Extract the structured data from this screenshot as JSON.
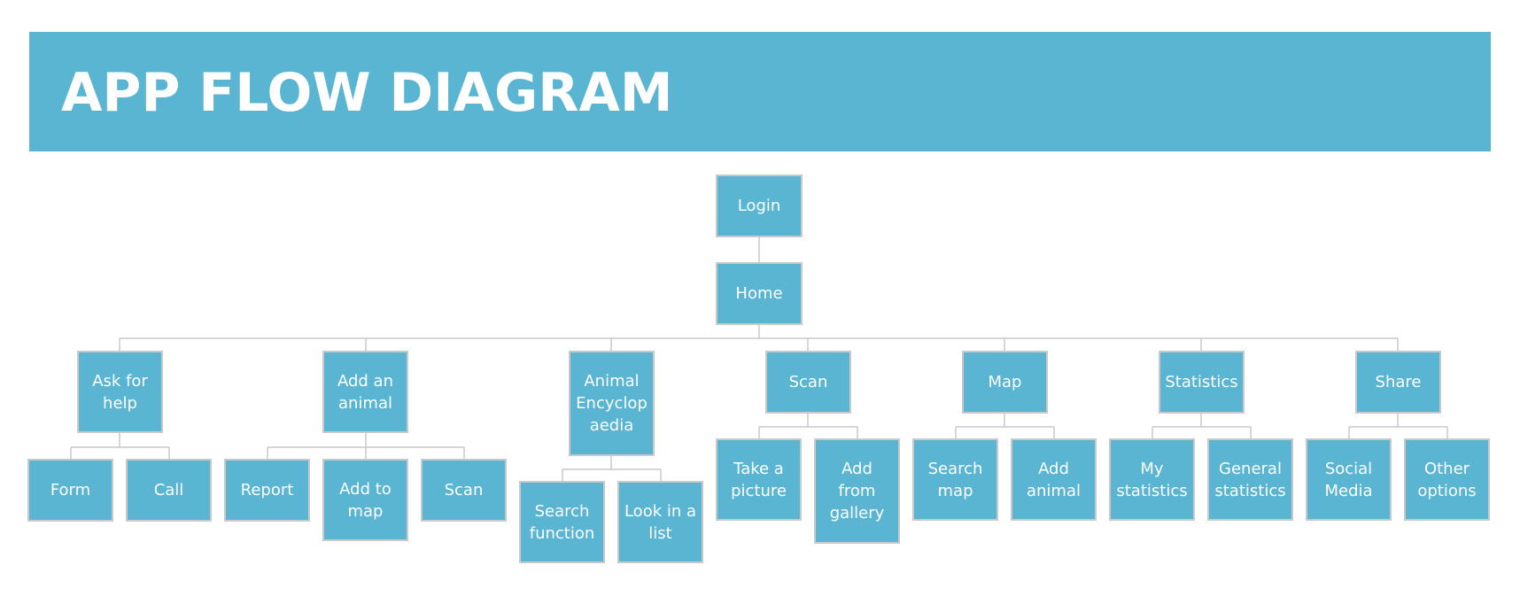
{
  "header": {
    "title": "APP FLOW DIAGRAM"
  },
  "colors": {
    "node_fill": "#59b5d2",
    "node_border": "#c9c9c9",
    "connector": "#c9c9c9",
    "text": "#ffffff"
  },
  "nodes": {
    "login": "Login",
    "home": "Home",
    "ask_for_help": "Ask for\nhelp",
    "add_an_animal": "Add an\nanimal",
    "animal_encyclopaedia": "Animal\nEncyclop\naedia",
    "scan": "Scan",
    "map": "Map",
    "statistics": "Statistics",
    "share": "Share",
    "form": "Form",
    "call": "Call",
    "report": "Report",
    "add_to_map": "Add to\nmap",
    "scan_sub": "Scan",
    "search_function": "Search\nfunction",
    "look_in_a_list": "Look in a\nlist",
    "take_a_picture": "Take a\npicture",
    "add_from_gallery": "Add\nfrom\ngallery",
    "search_map": "Search\nmap",
    "add_animal": "Add\nanimal",
    "my_statistics": "My\nstatistics",
    "general_statistics": "General\nstatistics",
    "social_media": "Social\nMedia",
    "other_options": "Other\noptions"
  }
}
